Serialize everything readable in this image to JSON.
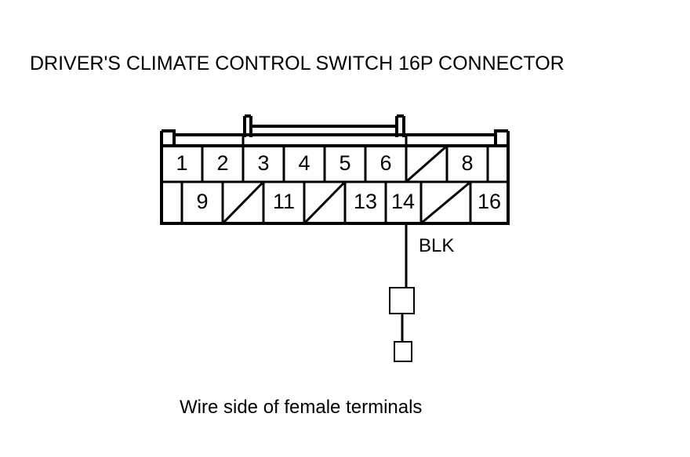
{
  "title": "DRIVER'S CLIMATE CONTROL SWITCH 16P CONNECTOR",
  "caption": "Wire side of female terminals",
  "connector": {
    "total_pins": 16,
    "orientation": "wire-side",
    "top_row": [
      {
        "label": "1",
        "blank": false
      },
      {
        "label": "2",
        "blank": false
      },
      {
        "label": "3",
        "blank": false
      },
      {
        "label": "4",
        "blank": false
      },
      {
        "label": "5",
        "blank": false
      },
      {
        "label": "6",
        "blank": false
      },
      {
        "label": "",
        "blank": true
      },
      {
        "label": "8",
        "blank": false
      }
    ],
    "bottom_row": [
      {
        "label": "9",
        "blank": false
      },
      {
        "label": "",
        "blank": true
      },
      {
        "label": "11",
        "blank": false
      },
      {
        "label": "",
        "blank": true
      },
      {
        "label": "13",
        "blank": false
      },
      {
        "label": "14",
        "blank": false
      },
      {
        "label": "",
        "blank": true
      },
      {
        "label": "16",
        "blank": false
      }
    ]
  },
  "wire": {
    "label": "BLK",
    "from_pin": "14"
  },
  "colors": {
    "line": "#000000",
    "background": "#ffffff"
  }
}
